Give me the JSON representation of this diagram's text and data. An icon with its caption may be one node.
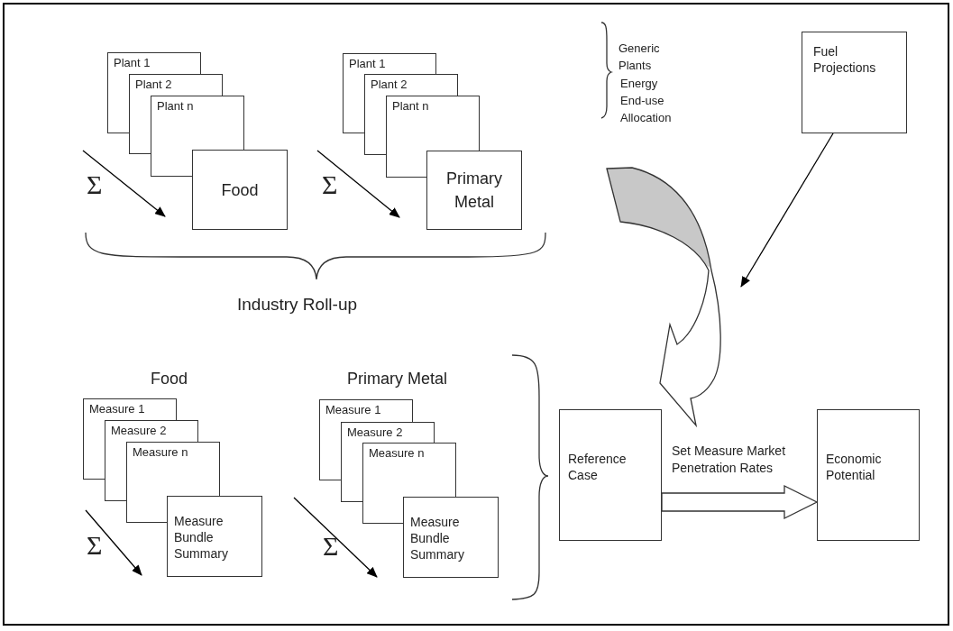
{
  "diagram": {
    "nodes": [
      {
        "text": [
          "Plant 1"
        ]
      },
      {
        "text": [
          "Plant 2"
        ]
      },
      {
        "text": [
          "Plant n"
        ]
      },
      {
        "text": [
          "Food"
        ]
      },
      {
        "text": [
          "Plant 1"
        ]
      },
      {
        "text": [
          "Plant 2"
        ]
      },
      {
        "text": [
          "Plant n"
        ]
      },
      {
        "text": [
          "Primary Metal"
        ]
      },
      {
        "text": [
          "Fuel Projections"
        ]
      },
      {
        "text": [
          "Reference Case"
        ]
      },
      {
        "text": [
          "Economic Potential"
        ]
      },
      {
        "text": [
          "Measure 1"
        ]
      },
      {
        "text": [
          "Measure 2"
        ]
      },
      {
        "text": [
          "Measure n"
        ]
      },
      {
        "text": [
          "Measure Bundle Summary"
        ]
      },
      {
        "text": [
          "Measure 1"
        ]
      },
      {
        "text": [
          "Measure 2"
        ]
      },
      {
        "text": [
          "Measure n"
        ]
      },
      {
        "text": [
          "Measure Bundle Summary"
        ]
      }
    ],
    "edges": [
      {
        "from": 8,
        "to": null,
        "arrow": "to"
      },
      {
        "from": null,
        "to": 9,
        "arrow": "to",
        "style": "thick"
      },
      {
        "from": 9,
        "to": 10,
        "arrow": "to",
        "style": "thick",
        "label": "Set Measure Market Penetration Rates"
      }
    ],
    "labels": [
      "Σ",
      "Σ",
      "Generic Plants",
      "Energy End-use Allocation",
      "Industry Roll-up",
      "Food",
      "Primary Metal",
      "Σ",
      "Σ"
    ]
  }
}
